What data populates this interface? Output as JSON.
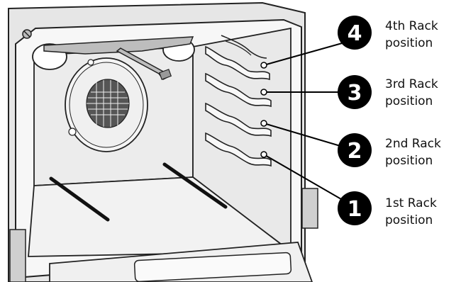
{
  "positions": [
    {
      "number": "4",
      "line1": "4th Rack",
      "line2": "position"
    },
    {
      "number": "3",
      "line1": "3rd Rack",
      "line2": "position"
    },
    {
      "number": "2",
      "line1": "2nd Rack",
      "line2": "position"
    },
    {
      "number": "1",
      "line1": "1st Rack",
      "line2": "position"
    }
  ]
}
